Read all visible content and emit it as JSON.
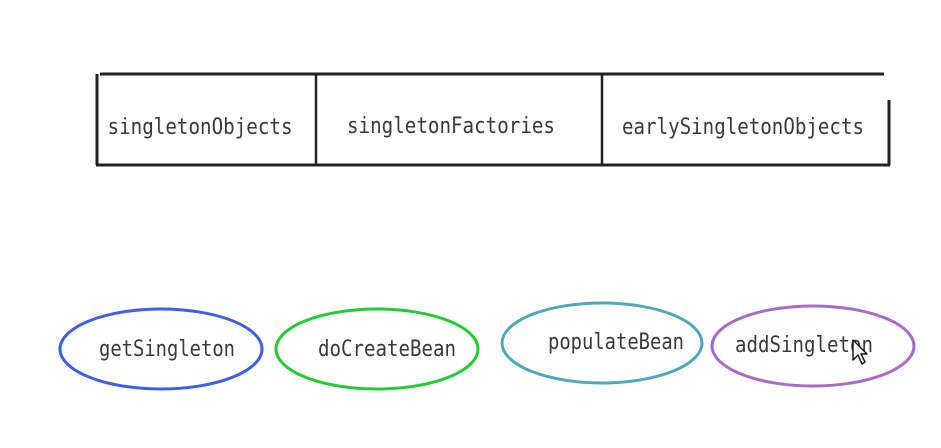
{
  "cache_table": {
    "cells": [
      {
        "label": "singletonObjects"
      },
      {
        "label": "singletonFactories"
      },
      {
        "label": "earlySingletonObjects"
      }
    ]
  },
  "methods": [
    {
      "label": "getSingleton",
      "color": "#3f5ef0"
    },
    {
      "label": "doCreateBean",
      "color": "#22cc33"
    },
    {
      "label": "populateBean",
      "color": "#4fa8bc"
    },
    {
      "label": "addSingleton",
      "color": "#a66cc8"
    }
  ]
}
